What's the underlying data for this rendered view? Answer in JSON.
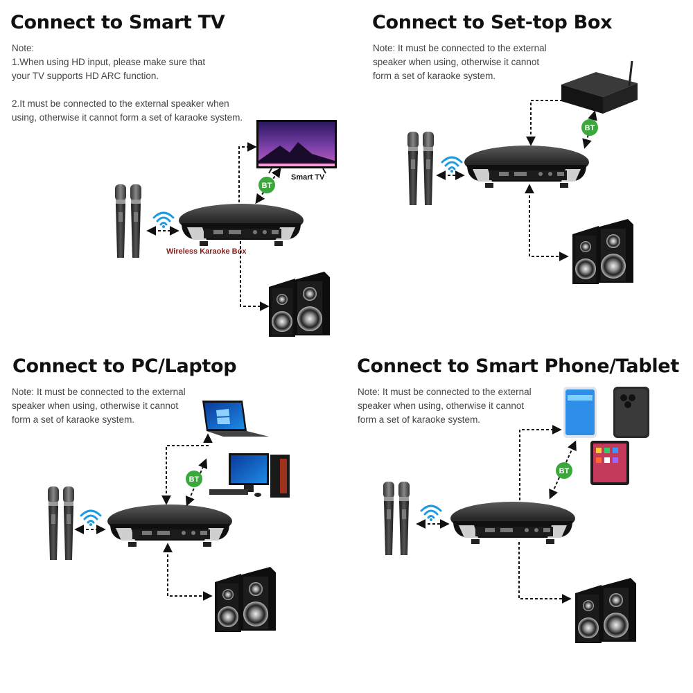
{
  "panels": {
    "tv": {
      "title": "Connect to Smart TV",
      "note_lines": [
        "Note:",
        "1.When using HD input, please make sure that",
        "your TV supports HD ARC function.",
        "",
        "2.It must be connected to the external speaker when",
        "using, otherwise it cannot form a set of karaoke system."
      ],
      "device_label": "Smart TV",
      "box_label": "Wireless Karaoke Box",
      "bt_label": "BT"
    },
    "stb": {
      "title": "Connect to Set-top Box",
      "note_lines": [
        "Note: It must be connected to the external",
        "speaker when using, otherwise it cannot",
        "form a set of karaoke system."
      ],
      "bt_label": "BT"
    },
    "pc": {
      "title": "Connect to PC/Laptop",
      "note_lines": [
        "Note: It must be connected to the external",
        "speaker when using, otherwise it cannot",
        "form a set of karaoke system."
      ],
      "bt_label": "BT"
    },
    "phone": {
      "title": "Connect to Smart Phone/Tablet",
      "note_lines": [
        "Note: It must be connected to the external",
        "speaker when using, otherwise it cannot",
        "form a set of karaoke system."
      ],
      "bt_label": "BT"
    }
  },
  "colors": {
    "bt_green": "#3aa83a",
    "wifi_blue": "#1e9be0",
    "box_label_red": "#8a1a1a",
    "device_dark": "#2a2a2a"
  }
}
